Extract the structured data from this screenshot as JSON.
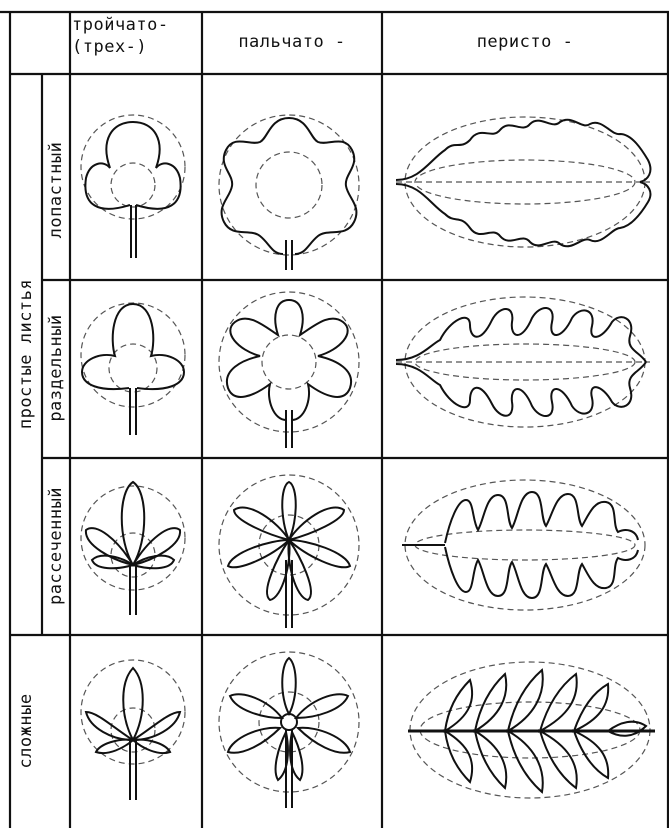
{
  "columns": {
    "ternate_line1": "тройчато-",
    "ternate_line2": "(трех-)",
    "palmate": "пальчато -",
    "pinnate": "перисто -"
  },
  "groups": {
    "simple": "простые листья",
    "compound": "сложные"
  },
  "rows": {
    "lobed": "лопастный",
    "parted": "раздельный",
    "dissected": "рассеченный"
  }
}
